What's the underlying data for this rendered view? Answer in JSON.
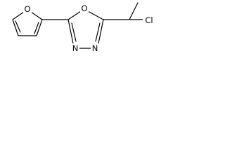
{
  "molecule": {
    "name": "",
    "atoms": {
      "furan_oxygen": "O",
      "ring_oxygen": "O",
      "nitrogen_left": "N",
      "nitrogen_right": "N",
      "chlorine": "Cl"
    },
    "colors": {
      "bond": "#000000",
      "label": "#000000",
      "background": "#ffffff"
    }
  }
}
